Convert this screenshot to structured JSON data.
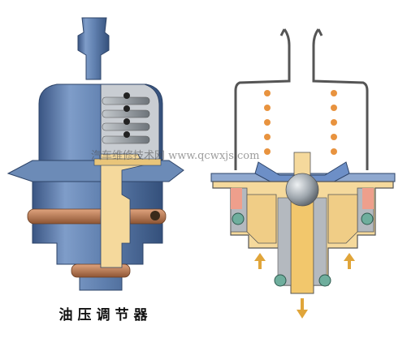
{
  "caption": "油压调节器",
  "watermark": "汽车维修技术网 www.qcwxjs.com",
  "colors": {
    "housing_blue": "#5f7fae",
    "housing_dark": "#2e4468",
    "spring_gray": "#8f959c",
    "section_yellow": "#f5d99c",
    "seal_green": "#6fae9d",
    "ring_copper": "#b77a52",
    "fuel_orange": "#e8933f",
    "ball_gray": "#9ea6ad",
    "arrow_orange": "#e0a53a"
  },
  "arrows": {
    "inlet_left": "up",
    "inlet_right": "up",
    "outlet": "down"
  }
}
